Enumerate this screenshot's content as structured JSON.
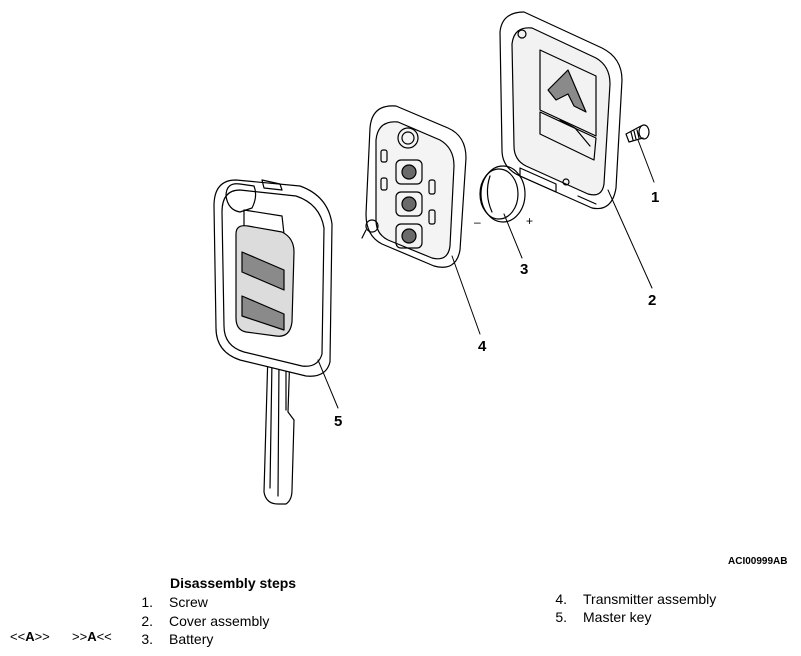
{
  "figure_id": "ACI00999AB",
  "callouts": [
    "1",
    "2",
    "3",
    "4",
    "5"
  ],
  "battery_polarity": {
    "negative": "–",
    "positive": "+"
  },
  "steps_title": "Disassembly steps",
  "steps": [
    {
      "num": "1.",
      "label": "Screw"
    },
    {
      "num": "2.",
      "label": "Cover assembly"
    },
    {
      "num": "3.",
      "label": "Battery"
    },
    {
      "num": "4.",
      "label": "Transmitter assembly"
    },
    {
      "num": "5.",
      "label": "Master key"
    }
  ],
  "markers": {
    "removal": {
      "pre": "<<",
      "letter": "A",
      "post": ">>"
    },
    "install": {
      "pre": ">>",
      "letter": "A",
      "post": "<<"
    }
  }
}
